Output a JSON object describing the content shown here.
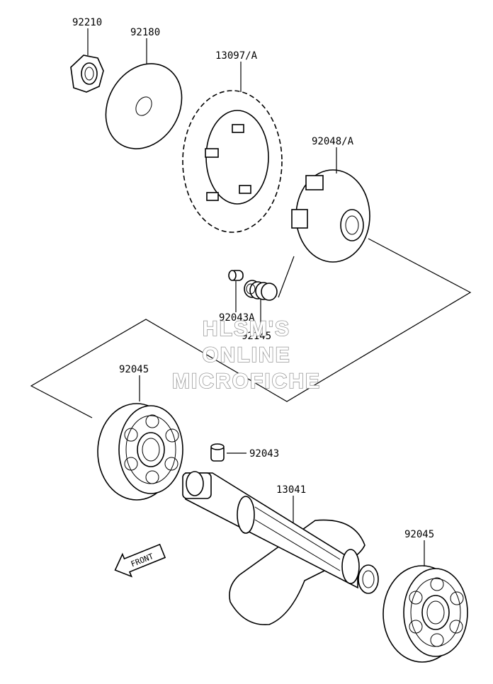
{
  "labels": {
    "p92210": "92210",
    "p92180": "92180",
    "p13097": "13097/A",
    "p92048": "92048/A",
    "p92043A": "92043A",
    "p92145": "92145",
    "p92045_top": "92045",
    "p92043": "92043",
    "p13041": "13041",
    "p92045_bottom": "92045"
  },
  "front_marker": "FRONT",
  "watermark": {
    "line1": "HLSM'S",
    "line2": "ONLINE",
    "line3": "MICROFICHE"
  },
  "colors": {
    "ink": "#000000",
    "watermark_outline": "#9a9a9a",
    "background": "#ffffff"
  }
}
